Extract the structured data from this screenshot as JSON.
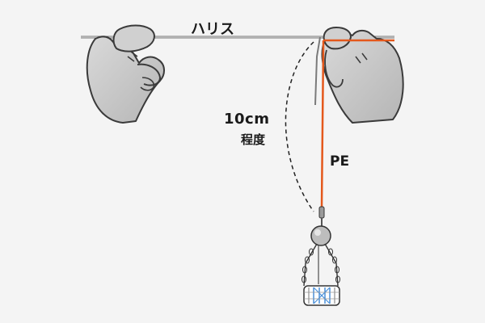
{
  "labels": {
    "leader": "ハリス",
    "length": "10cm",
    "approx": "程度",
    "pe": "PE"
  },
  "colors": {
    "background": "#f4f4f4",
    "pe_line": "#e4581c",
    "leader_line": "#6b6b6b",
    "hand_fill": "#c8c8c8",
    "hand_stroke": "#3a3a3a",
    "jig_blue": "#4a90d9"
  },
  "icons": {
    "left_hand": "hand-pinching-icon",
    "right_hand": "hand-pinching-icon",
    "sinker": "sinker-ball-icon",
    "basket": "bait-basket-icon"
  }
}
